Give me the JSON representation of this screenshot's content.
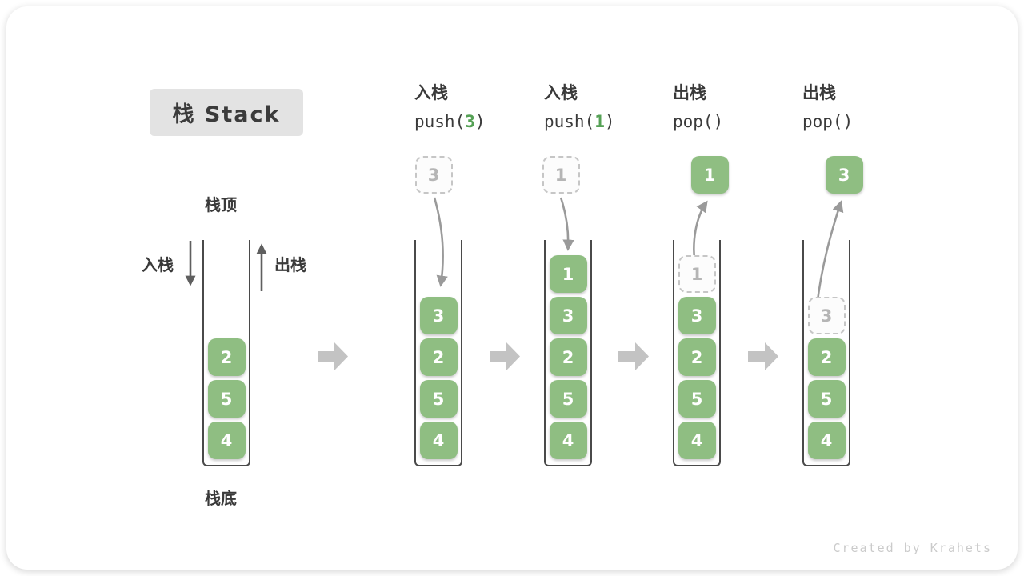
{
  "title": {
    "label": "栈 Stack"
  },
  "watermark": "Created by Krahets",
  "labels": {
    "stack_top": "栈顶",
    "stack_bottom": "栈底",
    "push_label": "入栈",
    "pop_label": "出栈"
  },
  "colors": {
    "block_green": "#8fbe82",
    "op_arg_green": "#55a155",
    "wall_gray": "#4a4a4a",
    "curve_arrow_gray": "#9a9a9a",
    "stage_arrow_gray": "#c3c3c3",
    "ghost_gray": "#b5b5b5",
    "title_bg": "#e3e3e3",
    "watermark_gray": "#cbcbcb"
  },
  "stages": [
    {
      "items": [
        {
          "v": "2"
        },
        {
          "v": "5"
        },
        {
          "v": "4"
        }
      ]
    },
    {
      "op1": "入栈",
      "op_pre": "push(",
      "op_arg": "3",
      "op_post": ")",
      "float": {
        "v": "3",
        "style": "dashed"
      },
      "items": [
        {
          "v": "3"
        },
        {
          "v": "2"
        },
        {
          "v": "5"
        },
        {
          "v": "4"
        }
      ]
    },
    {
      "op1": "入栈",
      "op_pre": "push(",
      "op_arg": "1",
      "op_post": ")",
      "float": {
        "v": "1",
        "style": "dashed"
      },
      "items": [
        {
          "v": "1"
        },
        {
          "v": "3"
        },
        {
          "v": "2"
        },
        {
          "v": "5"
        },
        {
          "v": "4"
        }
      ]
    },
    {
      "op1": "出栈",
      "op_pre": "pop(",
      "op_arg": "",
      "op_post": ")",
      "float": {
        "v": "1",
        "style": "solid"
      },
      "items": [
        {
          "v": "1",
          "ghost": true
        },
        {
          "v": "3"
        },
        {
          "v": "2"
        },
        {
          "v": "5"
        },
        {
          "v": "4"
        }
      ]
    },
    {
      "op1": "出栈",
      "op_pre": "pop(",
      "op_arg": "",
      "op_post": ")",
      "float": {
        "v": "3",
        "style": "solid"
      },
      "items": [
        {
          "v": "3",
          "ghost": true
        },
        {
          "v": "2"
        },
        {
          "v": "5"
        },
        {
          "v": "4"
        }
      ]
    }
  ]
}
